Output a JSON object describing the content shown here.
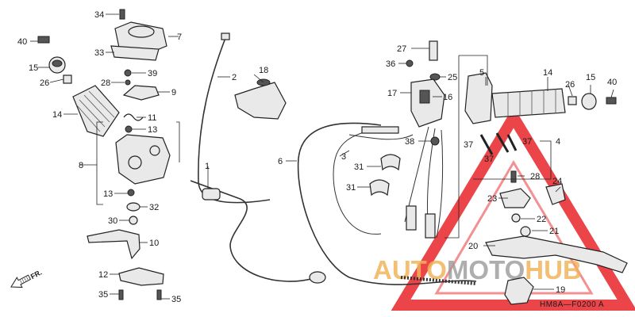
{
  "diagram": {
    "drawing_code": "HM8A—F0200 A",
    "front_arrow_label": "FR.",
    "colors": {
      "lines": "#222222",
      "watermark_red": "#e8252a",
      "watermark_gold": "#f0b45a",
      "watermark_grey": "#9a9a9a"
    },
    "part_labels": [
      {
        "id": "p34",
        "text": "34"
      },
      {
        "id": "p7",
        "text": "7"
      },
      {
        "id": "p40l",
        "text": "40"
      },
      {
        "id": "p33",
        "text": "33"
      },
      {
        "id": "p15l",
        "text": "15"
      },
      {
        "id": "p39",
        "text": "39"
      },
      {
        "id": "p26l",
        "text": "26"
      },
      {
        "id": "p28l",
        "text": "28"
      },
      {
        "id": "p9",
        "text": "9"
      },
      {
        "id": "p14l",
        "text": "14"
      },
      {
        "id": "p11",
        "text": "11"
      },
      {
        "id": "p13a",
        "text": "13"
      },
      {
        "id": "p8",
        "text": "8"
      },
      {
        "id": "p13b",
        "text": "13"
      },
      {
        "id": "p32",
        "text": "32"
      },
      {
        "id": "p30",
        "text": "30"
      },
      {
        "id": "p10",
        "text": "10"
      },
      {
        "id": "p12",
        "text": "12"
      },
      {
        "id": "p35a",
        "text": "35"
      },
      {
        "id": "p35b",
        "text": "35"
      },
      {
        "id": "p2",
        "text": "2"
      },
      {
        "id": "p18",
        "text": "18"
      },
      {
        "id": "p1",
        "text": "1"
      },
      {
        "id": "p6",
        "text": "6"
      },
      {
        "id": "p3",
        "text": "3"
      },
      {
        "id": "p31a",
        "text": "31"
      },
      {
        "id": "p31b",
        "text": "31"
      },
      {
        "id": "p27",
        "text": "27"
      },
      {
        "id": "p36",
        "text": "36"
      },
      {
        "id": "p25",
        "text": "25"
      },
      {
        "id": "p5",
        "text": "5"
      },
      {
        "id": "p17",
        "text": "17"
      },
      {
        "id": "p16",
        "text": "16"
      },
      {
        "id": "p38",
        "text": "38"
      },
      {
        "id": "p14r",
        "text": "14"
      },
      {
        "id": "p26r",
        "text": "26"
      },
      {
        "id": "p15r",
        "text": "15"
      },
      {
        "id": "p40r",
        "text": "40"
      },
      {
        "id": "p37a",
        "text": "37"
      },
      {
        "id": "p37b",
        "text": "37"
      },
      {
        "id": "p37c",
        "text": "37"
      },
      {
        "id": "p4",
        "text": "4"
      },
      {
        "id": "p28r",
        "text": "28"
      },
      {
        "id": "p24",
        "text": "24"
      },
      {
        "id": "p23",
        "text": "23"
      },
      {
        "id": "p22",
        "text": "22"
      },
      {
        "id": "p21",
        "text": "21"
      },
      {
        "id": "p20",
        "text": "20"
      },
      {
        "id": "p19",
        "text": "19"
      }
    ]
  },
  "watermark": {
    "word_part1": "AUTO",
    "word_part2": "MOTO",
    "word_part3": "HUB"
  }
}
